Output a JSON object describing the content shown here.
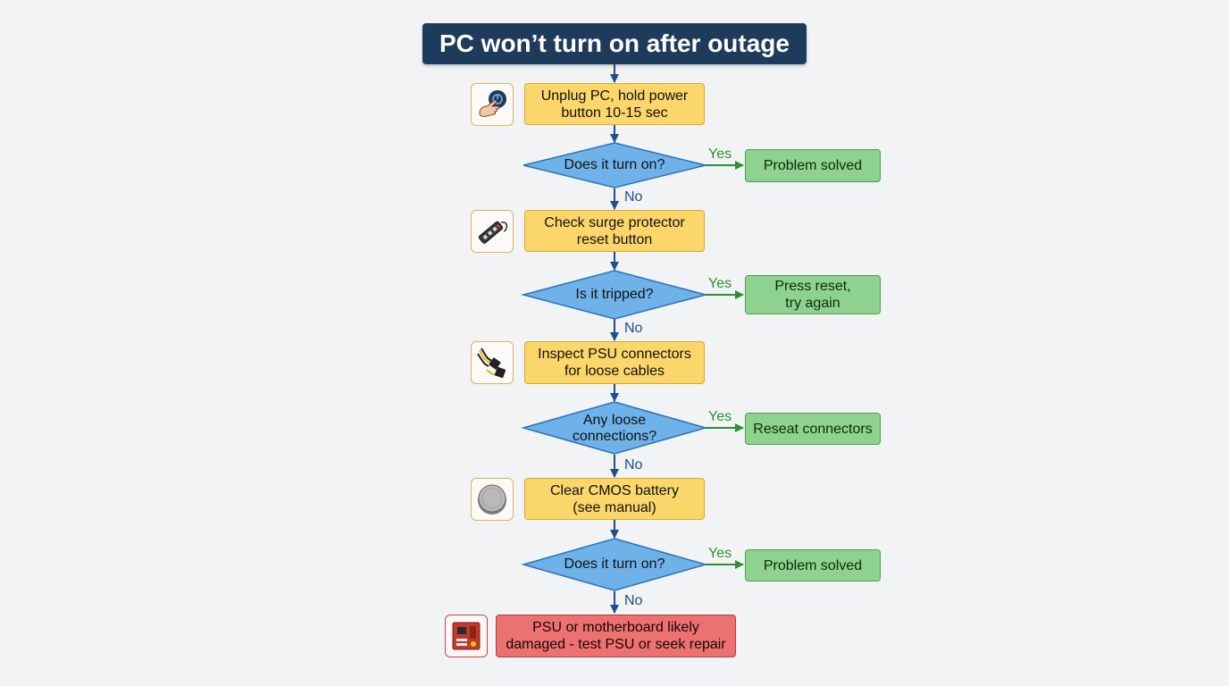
{
  "title": "PC won’t turn on after outage",
  "labels": {
    "yes": "Yes",
    "no": "No"
  },
  "steps": [
    {
      "text": "Unplug PC, hold power\nbutton 10-15 sec",
      "icon": "hand-power-button-icon"
    },
    {
      "text": "Check surge protector\nreset button",
      "icon": "power-strip-icon"
    },
    {
      "text": "Inspect PSU connectors\nfor loose cables",
      "icon": "psu-connector-icon"
    },
    {
      "text": "Clear CMOS battery\n(see manual)",
      "icon": "cmos-battery-icon"
    }
  ],
  "decisions": [
    {
      "text": "Does it turn on?",
      "yes_outcome": "Problem solved"
    },
    {
      "text": "Is it tripped?",
      "yes_outcome": "Press reset,\ntry again"
    },
    {
      "text": "Any loose\nconnections?",
      "yes_outcome": "Reseat connectors"
    },
    {
      "text": "Does it turn on?",
      "yes_outcome": "Problem solved"
    }
  ],
  "final": {
    "text": "PSU or motherboard likely\ndamaged - test PSU or seek repair",
    "icon": "motherboard-icon"
  },
  "colors": {
    "title_bg": "#1f3b5c",
    "step_fill": "#fbd66a",
    "decision_fill": "#6fb2e9",
    "outcome_fill": "#8fd18e",
    "fail_fill": "#ec7171",
    "arrow_main": "#1f4e8c",
    "arrow_yes": "#2f8f34"
  }
}
